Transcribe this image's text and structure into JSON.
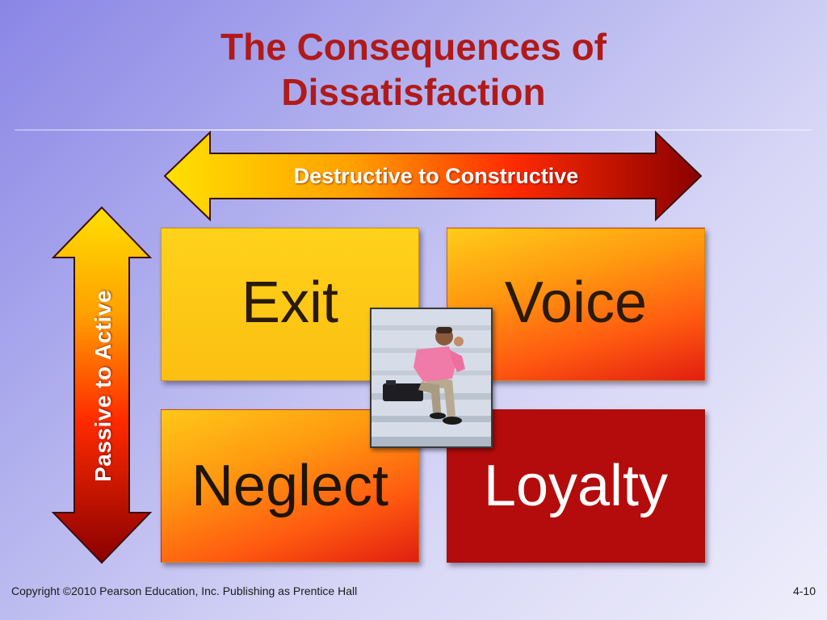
{
  "slide": {
    "title_line1": "The Consequences of",
    "title_line2": "Dissatisfaction",
    "horizontal_axis_label": "Destructive to Constructive",
    "vertical_axis_label": "Passive to Active",
    "quadrants": {
      "top_left": "Exit",
      "top_right": "Voice",
      "bottom_left": "Neglect",
      "bottom_right": "Loyalty"
    },
    "photo_icon": "seated-businessman-photo"
  },
  "footer": {
    "copyright": "Copyright ©2010 Pearson Education, Inc. Publishing as Prentice Hall",
    "page_number": "4-10"
  },
  "colors": {
    "title": "#b01a1a",
    "arrow_start": "#ffe000",
    "arrow_mid": "#ff2a00",
    "arrow_end": "#8a0000",
    "loyalty_box": "#b40c0c"
  }
}
